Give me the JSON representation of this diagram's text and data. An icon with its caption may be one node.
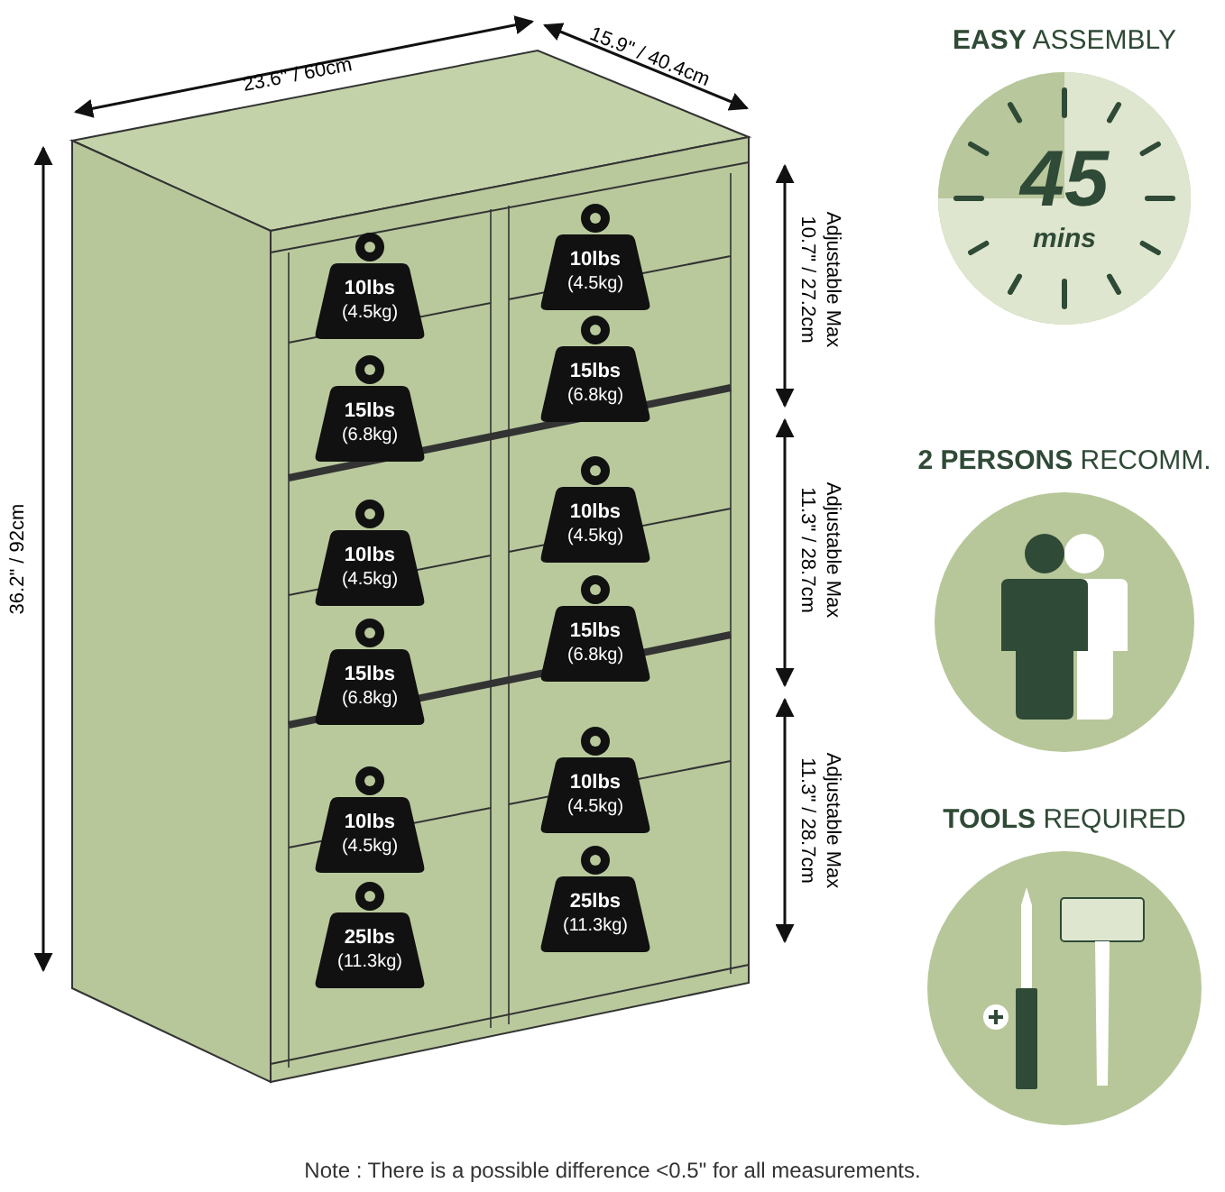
{
  "diagram": {
    "caption": "Note : There is a possible difference <0.5\" for all measurements.",
    "nodes": [
      {
        "text": [
          "10lbs",
          "(4.5kg)"
        ]
      },
      {
        "text": [
          "10lbs",
          "(4.5kg)"
        ]
      },
      {
        "text": [
          "15lbs",
          "(6.8kg)"
        ]
      },
      {
        "text": [
          "15lbs",
          "(6.8kg)"
        ]
      },
      {
        "text": [
          "10lbs",
          "(4.5kg)"
        ]
      },
      {
        "text": [
          "10lbs",
          "(4.5kg)"
        ]
      },
      {
        "text": [
          "15lbs",
          "(6.8kg)"
        ]
      },
      {
        "text": [
          "15lbs",
          "(6.8kg)"
        ]
      },
      {
        "text": [
          "10lbs",
          "(4.5kg)"
        ]
      },
      {
        "text": [
          "10lbs",
          "(4.5kg)"
        ]
      },
      {
        "text": [
          "25lbs",
          "(11.3kg)"
        ]
      },
      {
        "text": [
          "25lbs",
          "(11.3kg)"
        ]
      },
      {
        "text": [
          "**EASY** ASSEMBLY",
          "45",
          "mins"
        ]
      },
      {
        "text": [
          "**2 PERSONS** RECOMM."
        ]
      },
      {
        "text": [
          "**TOOLS** REQUIRED"
        ]
      }
    ],
    "labels": [
      "23.6\" / 60cm",
      "15.9\" / 40.4cm",
      "36.2\" / 92cm",
      "Adjustable Max",
      "10.7\" / 27.2cm",
      "Adjustable Max",
      "11.3\" / 28.7cm",
      "Adjustable Max",
      "11.3\" / 28.7cm"
    ]
  }
}
